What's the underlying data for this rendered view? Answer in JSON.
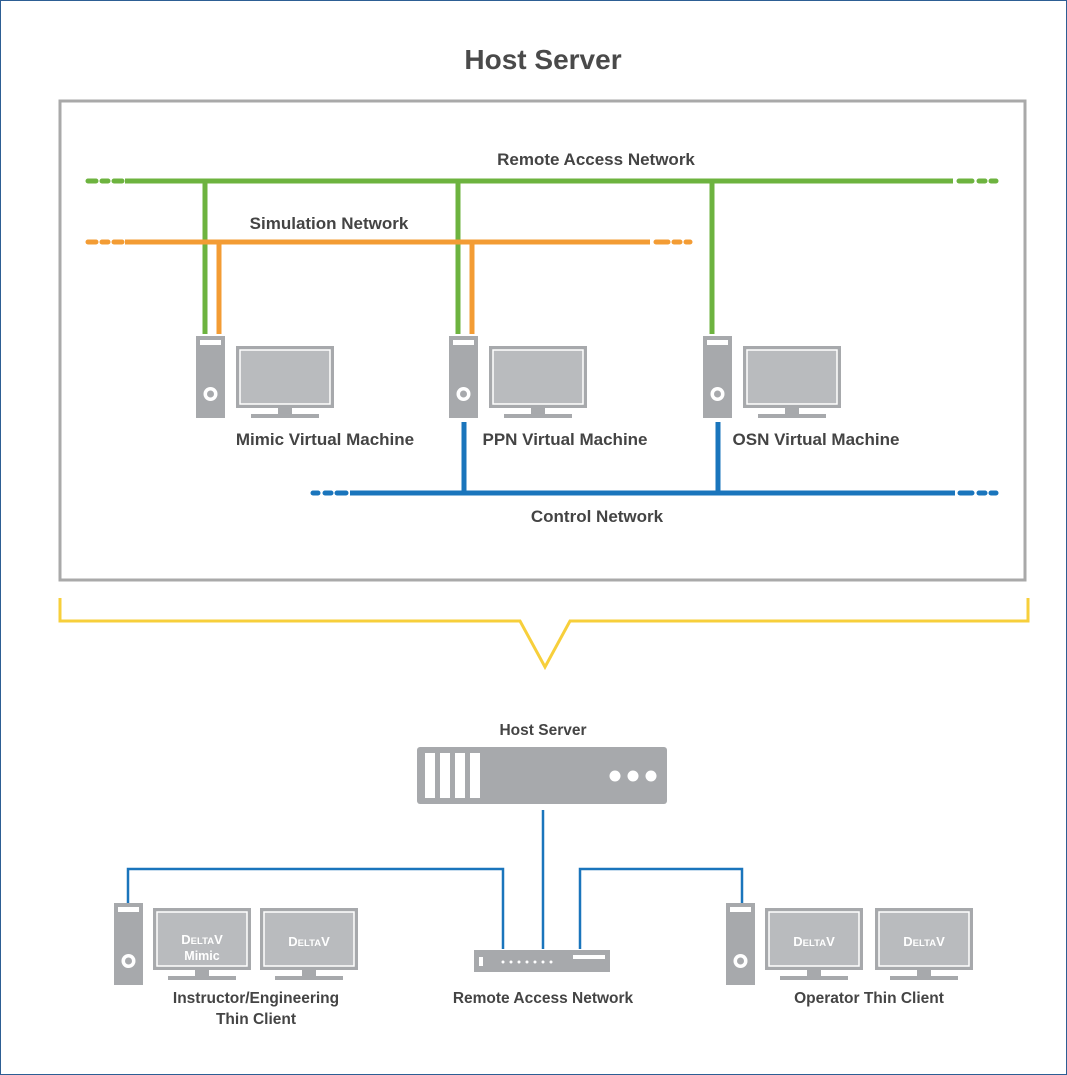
{
  "diagram": {
    "title": "Host Server",
    "networks": {
      "remote_access": "Remote Access Network",
      "simulation": "Simulation Network",
      "control": "Control Network"
    },
    "virtual_machines": [
      "Mimic Virtual Machine",
      "PPN Virtual Machine",
      "OSN Virtual Machine"
    ],
    "physical": {
      "host_server": "Host Server",
      "switch": "Remote Access Network",
      "instructor_client": [
        "Instructor/Engineering",
        "Thin Client"
      ],
      "operator_client": "Operator Thin Client"
    },
    "screen_brand": {
      "big": "D",
      "small": "ELTA",
      "end": "V",
      "mimic": "Mimic"
    },
    "colors": {
      "remote_access_line": "#6db33f",
      "simulation_line": "#f39c34",
      "control_line": "#1a75bc",
      "host_box": "#a9a9a9",
      "bracket": "#f7cf3b",
      "device_gray": "#a7a9ac"
    }
  }
}
